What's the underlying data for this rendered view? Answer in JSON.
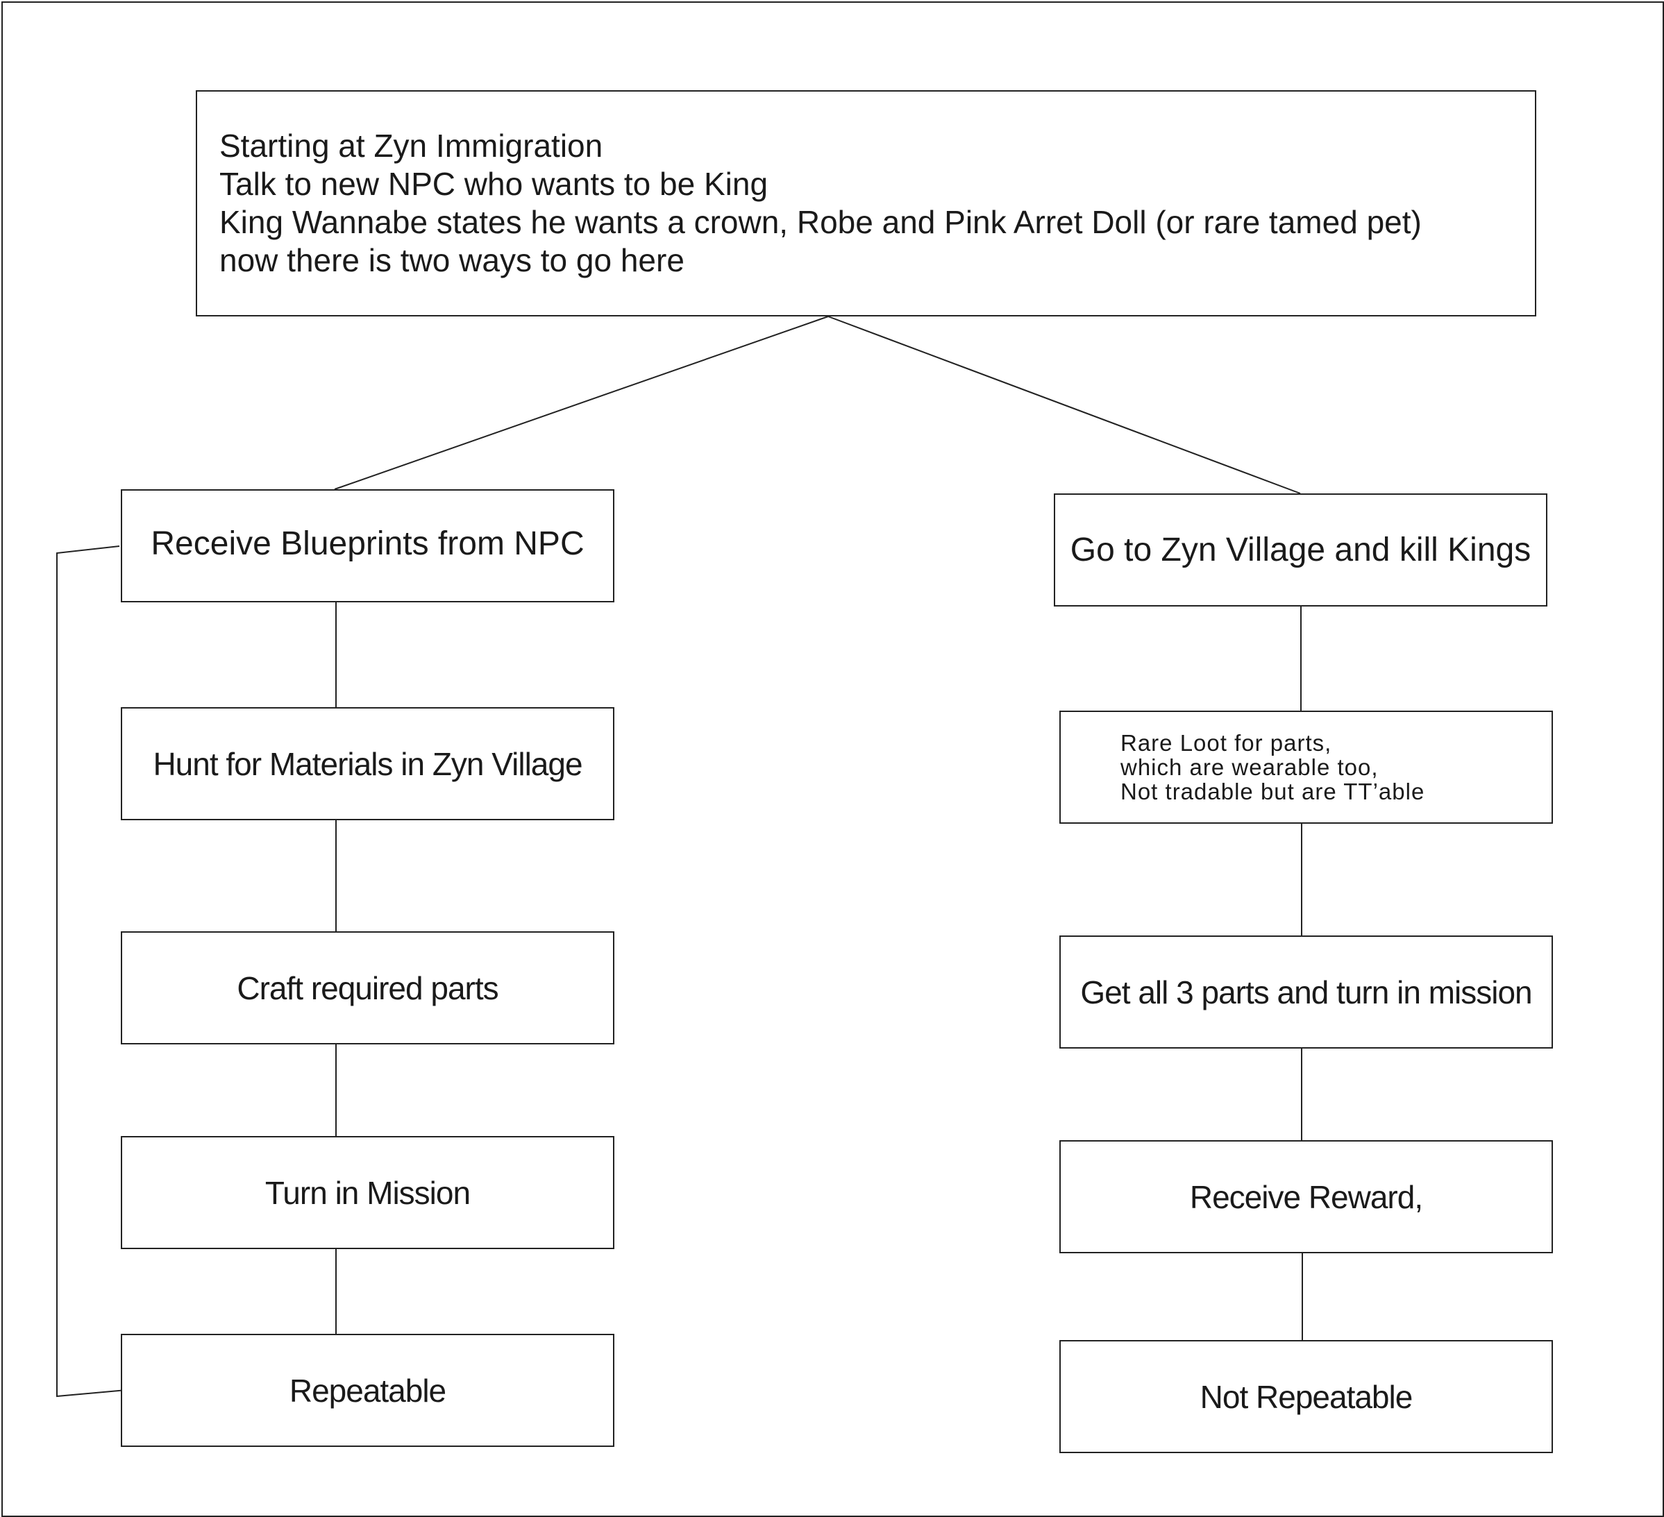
{
  "start": {
    "lines": [
      "Starting at Zyn Immigration",
      "Talk to new NPC who wants to be King",
      "King Wannabe states he wants a crown, Robe and Pink Arret Doll (or rare tamed pet)",
      "now there is two ways to go here"
    ]
  },
  "left_branch": {
    "receive_blueprints": "Receive Blueprints from NPC",
    "hunt_materials": "Hunt for Materials in Zyn Village",
    "craft_parts": "Craft required parts",
    "turn_in": "Turn in Mission",
    "repeatable": "Repeatable"
  },
  "right_branch": {
    "kill_kings": "Go to Zyn Village and kill Kings",
    "rare_loot": {
      "lines": [
        "Rare Loot for parts,",
        "which are wearable too,",
        "Not tradable but are TT’able"
      ]
    },
    "get_parts": "Get all 3 parts and turn in mission",
    "receive_reward": "Receive Reward,",
    "not_repeatable": "Not Repeatable"
  }
}
